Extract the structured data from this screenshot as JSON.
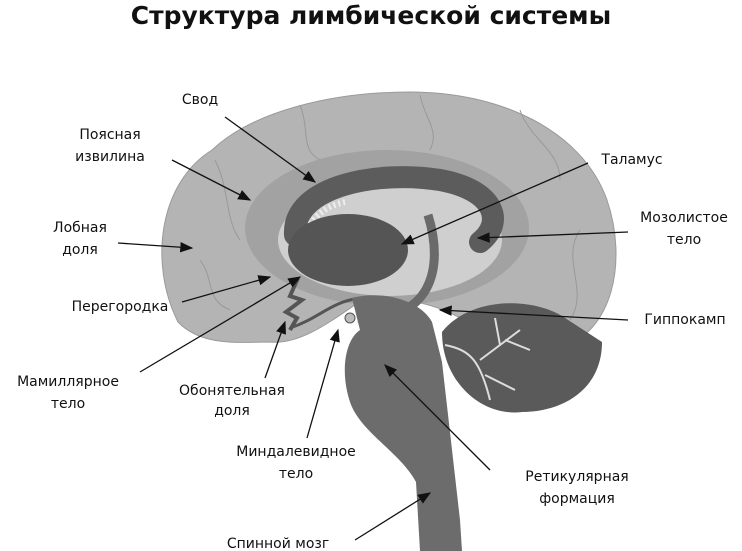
{
  "title": "Структура лимбической системы",
  "labels": {
    "fornix": "Свод",
    "cingulate_1": "Поясная",
    "cingulate_2": "извилина",
    "frontal_1": "Лобная",
    "frontal_2": "доля",
    "septum": "Перегородка",
    "mammillary_1": "Мамиллярное",
    "mammillary_2": "тело",
    "olfactory_1": "Обонятельная",
    "olfactory_2": "доля",
    "amygdala_1": "Миндалевидное",
    "amygdala_2": "тело",
    "spinal": "Спинной мозг",
    "thalamus": "Таламус",
    "callosum_1": "Мозолистое",
    "callosum_2": "тело",
    "hippocampus": "Гиппокамп",
    "reticular_1": "Ретикулярная",
    "reticular_2": "формация"
  },
  "colors": {
    "cerebrum": "#b4b4b4",
    "band": "#a2a2a2",
    "inner": "#cfcfcf",
    "dark": "#5a5a5a",
    "stem": "#6c6c6c"
  }
}
